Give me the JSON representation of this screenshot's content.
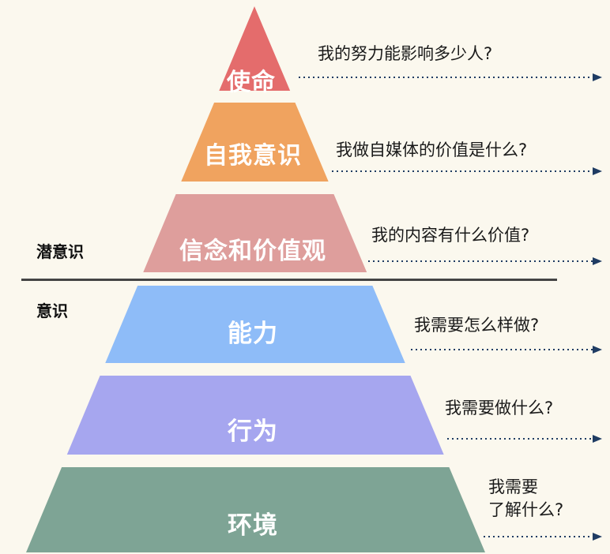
{
  "colors": {
    "background": "#fbf8ee",
    "divider": "#444444",
    "arrow": "#1f3c63"
  },
  "zones": {
    "subconscious": "潜意识",
    "conscious": "意识"
  },
  "tiers": [
    {
      "id": "mission",
      "label": "使命",
      "color": "#e46c6c",
      "question_lines": [
        "我的努力能影响多少人?"
      ]
    },
    {
      "id": "identity",
      "label": "自我意识",
      "color": "#f0a35f",
      "question_lines": [
        "我做自媒体的价值是什么?"
      ]
    },
    {
      "id": "beliefs",
      "label": "信念和价值观",
      "color": "#de9e9c",
      "question_lines": [
        "我的内容有什么价值?"
      ]
    },
    {
      "id": "capability",
      "label": "能力",
      "color": "#8ebcf8",
      "question_lines": [
        "我需要怎么样做?"
      ]
    },
    {
      "id": "behavior",
      "label": "行为",
      "color": "#a6a6ef",
      "question_lines": [
        "我需要做什么?"
      ]
    },
    {
      "id": "environment",
      "label": "环境",
      "color": "#7ea495",
      "question_lines": [
        "我需要",
        "了解什么?"
      ]
    }
  ]
}
